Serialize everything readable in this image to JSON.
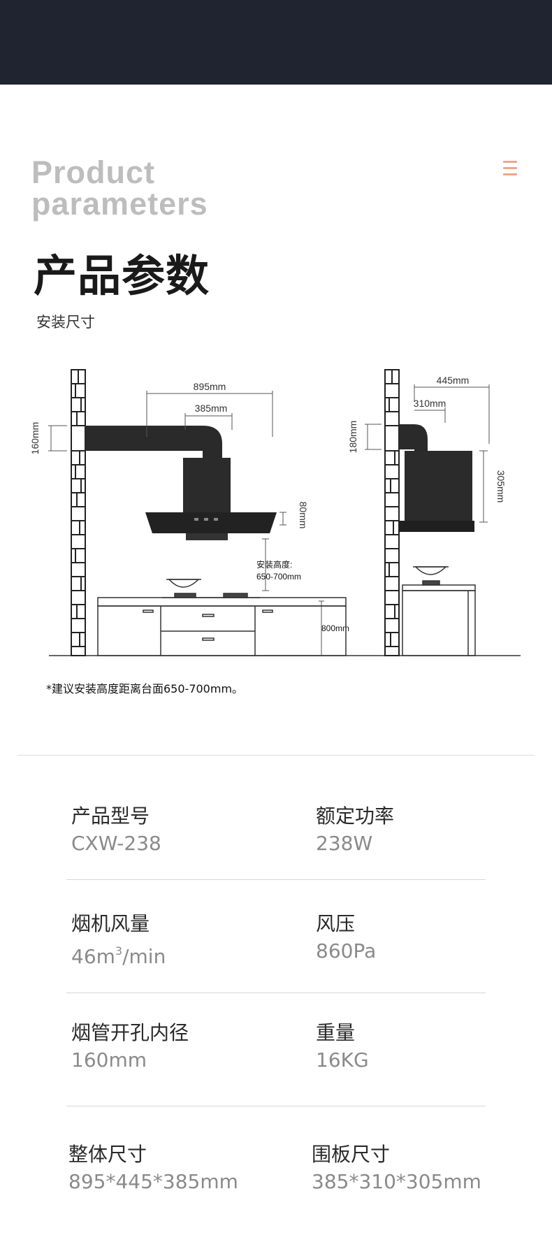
{
  "header": {
    "title_en_line1": "Product",
    "title_en_line2": "parameters",
    "title_cn": "产品参数",
    "subtitle": "安装尺寸"
  },
  "diagram": {
    "left": {
      "width_total": "895mm",
      "width_hood": "385mm",
      "duct_height": "160mm",
      "hood_depth": "80mm",
      "install_height_label": "安装高度:",
      "install_height_value": "650-700mm",
      "cabinet_height": "800mm"
    },
    "right": {
      "depth_total": "445mm",
      "depth_hood": "310mm",
      "duct_height": "180mm",
      "panel_height": "305mm"
    }
  },
  "footnote": "*建议安装高度距离台面650-700mm。",
  "specs": [
    {
      "label": "产品型号",
      "value": "CXW-238"
    },
    {
      "label": "额定功率",
      "value": "238W"
    },
    {
      "label": "烟机风量",
      "value": "46m",
      "value_sup": "3",
      "value_suffix": "/min"
    },
    {
      "label": "风压",
      "value": "860Pa"
    },
    {
      "label": "烟管开孔内径",
      "value": "160mm"
    },
    {
      "label": "重量",
      "value": "16KG"
    },
    {
      "label": "整体尺寸",
      "value": "895*445*385mm"
    },
    {
      "label": "围板尺寸",
      "value": "385*310*305mm"
    }
  ],
  "colors": {
    "top_bar": "#1f2430",
    "accent_menu": "#f2a588",
    "title_gray": "#bdbdbd"
  }
}
